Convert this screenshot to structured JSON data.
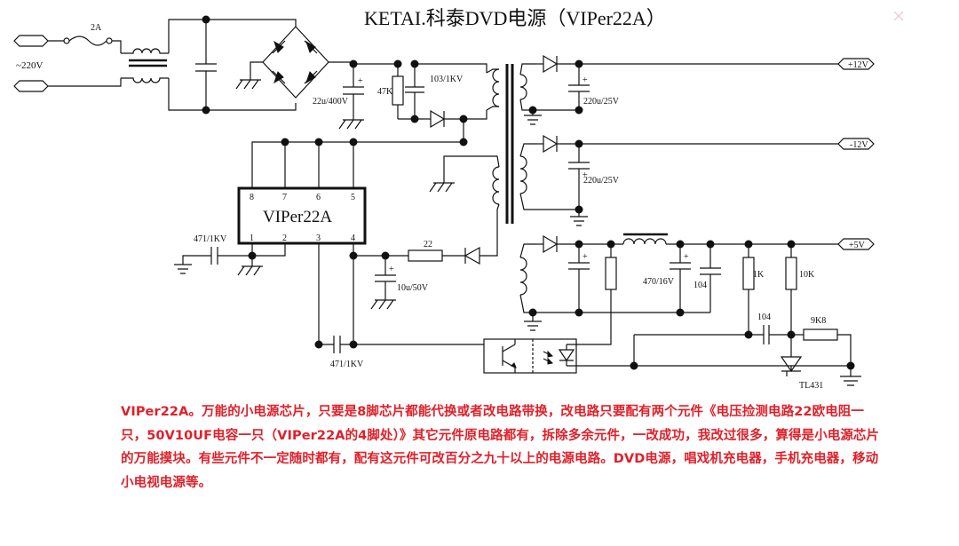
{
  "diagram": {
    "title": "KETAI.科泰DVD电源（VIPer22A）",
    "input": {
      "fuse": "2A",
      "mains": "~220V"
    },
    "primary": {
      "bulk_cap": "22u/400V",
      "snubber_r": "47K",
      "snubber_c": "103/1KV"
    },
    "ic": {
      "name": "VIPer22A",
      "pins_top": [
        "8",
        "7",
        "6",
        "5"
      ],
      "pins_bottom": [
        "1",
        "2",
        "3",
        "4"
      ]
    },
    "aux": {
      "pin1_cap": "471/1KV",
      "resistor": "22",
      "vdd_cap": "10u/50V",
      "fb_cap": "471/1KV"
    },
    "outputs": {
      "plus12": "+12V",
      "plus12_cap": "220u/25V",
      "minus12": "-12V",
      "minus12_cap": "220u/25V",
      "plus5": "+5V",
      "plus5_cap": "470/16V",
      "plus5_cap2": "104"
    },
    "feedback": {
      "r1": "1K",
      "r2": "10K",
      "cap": "104",
      "r3": "9K8",
      "ref": "TL431"
    }
  },
  "note": {
    "text": "VIPer22A。万能的小电源芯片，只要是8脚芯片都能代换或者改电路带换，改电路只要配有两个元件《电压捡测电路22欧电阻一只，50V10UF电容一只（VIPer22A的4脚处）》其它元件原电路都有，拆除多余元件，一改成功，我改过很多，算得是小电源芯片的万能摸块。有些元件不一定随时都有，配有这元件可改百分之九十以上的电源电路。DVD电源，唱戏机充电器，手机充电器，移动小电视电源等。"
  },
  "colors": {
    "note": "#e0202a",
    "ink": "#111111",
    "close_icon": "#e05050"
  },
  "icons": [
    "close-icon"
  ]
}
